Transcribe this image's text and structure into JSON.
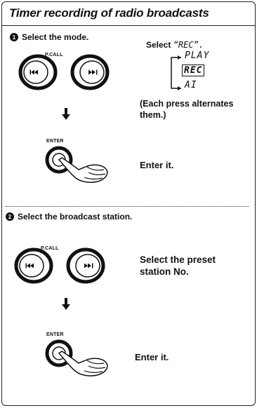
{
  "header": {
    "title": "Timer recording of radio broadcasts"
  },
  "step1": {
    "number": "1",
    "heading": "Select the mode.",
    "button_label": "P.CALL",
    "select_prefix": "Select",
    "select_value": "“REC”.",
    "menu": [
      "PLAY",
      "REC",
      "AI"
    ],
    "selected_index": 1,
    "note": "(Each press alternates them.)",
    "enter_label": "ENTER",
    "enter_text": "Enter it."
  },
  "step2": {
    "number": "2",
    "heading": "Select the broadcast station.",
    "button_label": "P.CALL",
    "select_text": "Select the preset station No.",
    "enter_label": "ENTER",
    "enter_text": "Enter it."
  }
}
